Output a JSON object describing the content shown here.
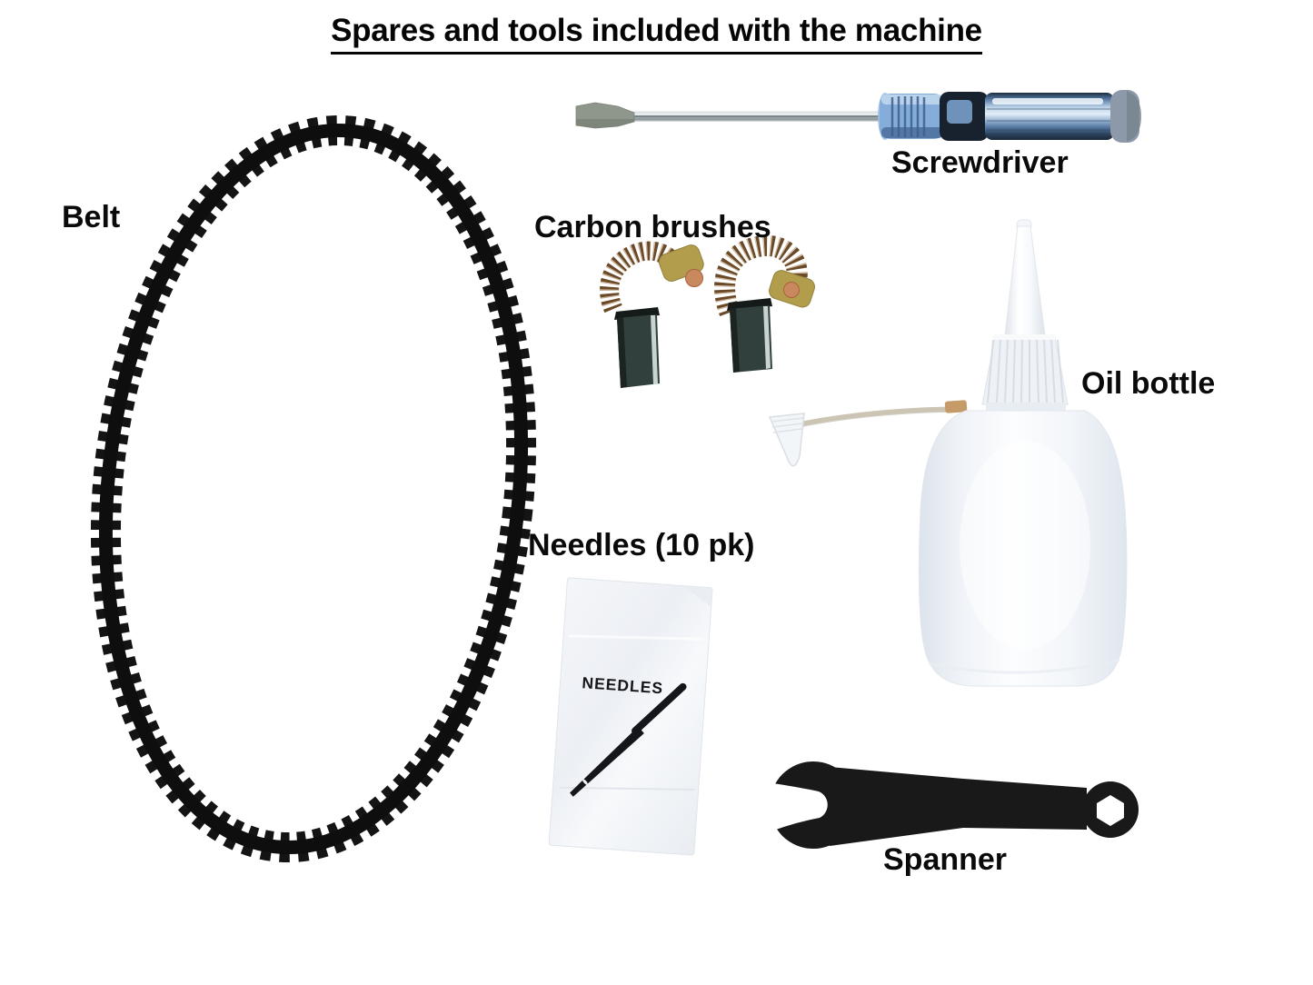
{
  "title": "Spares and tools included with the machine",
  "items": {
    "belt": {
      "label": "Belt"
    },
    "screwdriver": {
      "label": "Screwdriver"
    },
    "carbon_brushes": {
      "label": "Carbon brushes"
    },
    "oil_bottle": {
      "label": "Oil bottle"
    },
    "needles": {
      "label": "Needles (10 pk)",
      "packet_text": "NEEDLES"
    },
    "spanner": {
      "label": "Spanner"
    }
  },
  "colors": {
    "background": "#ffffff",
    "label_text": "#0a0a0a",
    "belt_black": "#141414",
    "spanner_black": "#191919",
    "screwdriver_handle_blue": "#85add9",
    "screwdriver_cap_grey": "#8d99a9",
    "carbon_block_dark": "#31403c",
    "spring_copper": "#6b4a28",
    "brass_terminal": "#b29d4d",
    "oil_bottle_white": "#f7f9fc",
    "needle_packet_white": "#f0f3f7"
  }
}
